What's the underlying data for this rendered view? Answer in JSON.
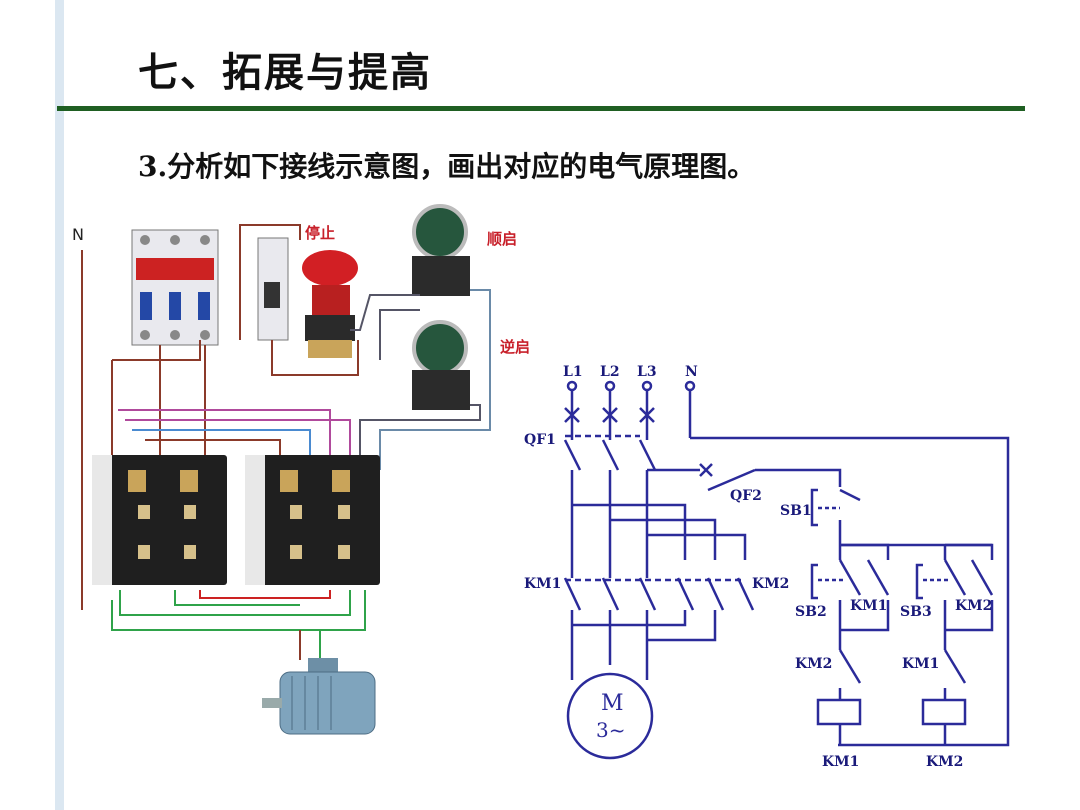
{
  "slide": {
    "title": "七、拓展与提高",
    "subtitle": "3.分析如下接线示意图，画出对应的电气原理图。"
  },
  "wiring": {
    "n_label": "N",
    "stop_label": "停止",
    "forward_label": "顺启",
    "reverse_label": "逆启"
  },
  "schematic": {
    "l1": "L1",
    "l2": "L2",
    "l3": "L3",
    "n": "N",
    "qf1": "QF1",
    "qf2": "QF2",
    "sb1": "SB1",
    "km1_main": "KM1",
    "km2_main": "KM2",
    "sb2": "SB2",
    "sb3": "SB3",
    "km1_aux": "KM1",
    "km2_aux": "KM2",
    "km2_interlock": "KM2",
    "km1_interlock": "KM1",
    "coil1": "KM1",
    "coil2": "KM2",
    "motor_m": "M",
    "motor_phase": "3~"
  },
  "colors": {
    "accent": "#1f5f22",
    "schematic": "#2b2b9a",
    "stop_text": "#c8202a"
  }
}
